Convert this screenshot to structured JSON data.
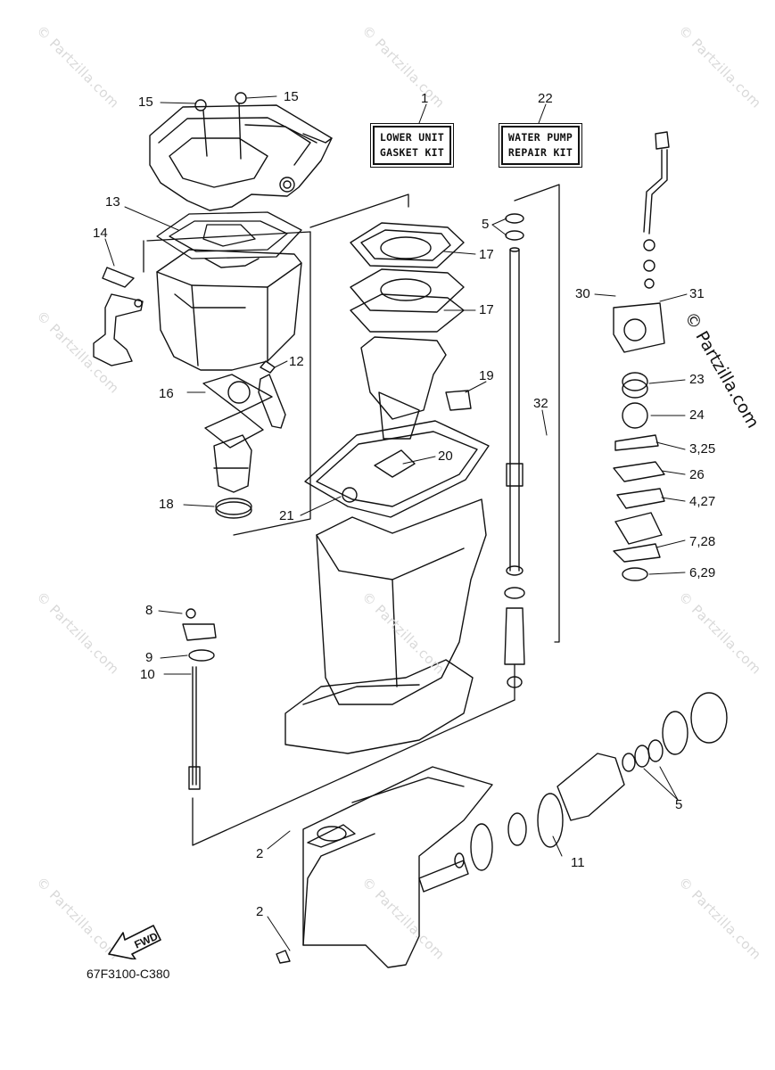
{
  "diagram_code": "67F3100-C380",
  "fwd_label": "FWD",
  "side_watermark": "© Partzilla.com",
  "watermark_text": "© Partzilla.com",
  "kits": [
    {
      "line1": "LOWER UNIT",
      "line2": "GASKET KIT"
    },
    {
      "line1": "WATER PUMP",
      "line2": "REPAIR KIT"
    }
  ],
  "callouts": [
    "1",
    "22",
    "15",
    "15",
    "13",
    "14",
    "12",
    "16",
    "18",
    "5",
    "17",
    "17",
    "19",
    "20",
    "21",
    "32",
    "30",
    "31",
    "23",
    "24",
    "3,25",
    "26",
    "4,27",
    "7,28",
    "6,29",
    "8",
    "9",
    "10",
    "2",
    "2",
    "11",
    "5"
  ]
}
